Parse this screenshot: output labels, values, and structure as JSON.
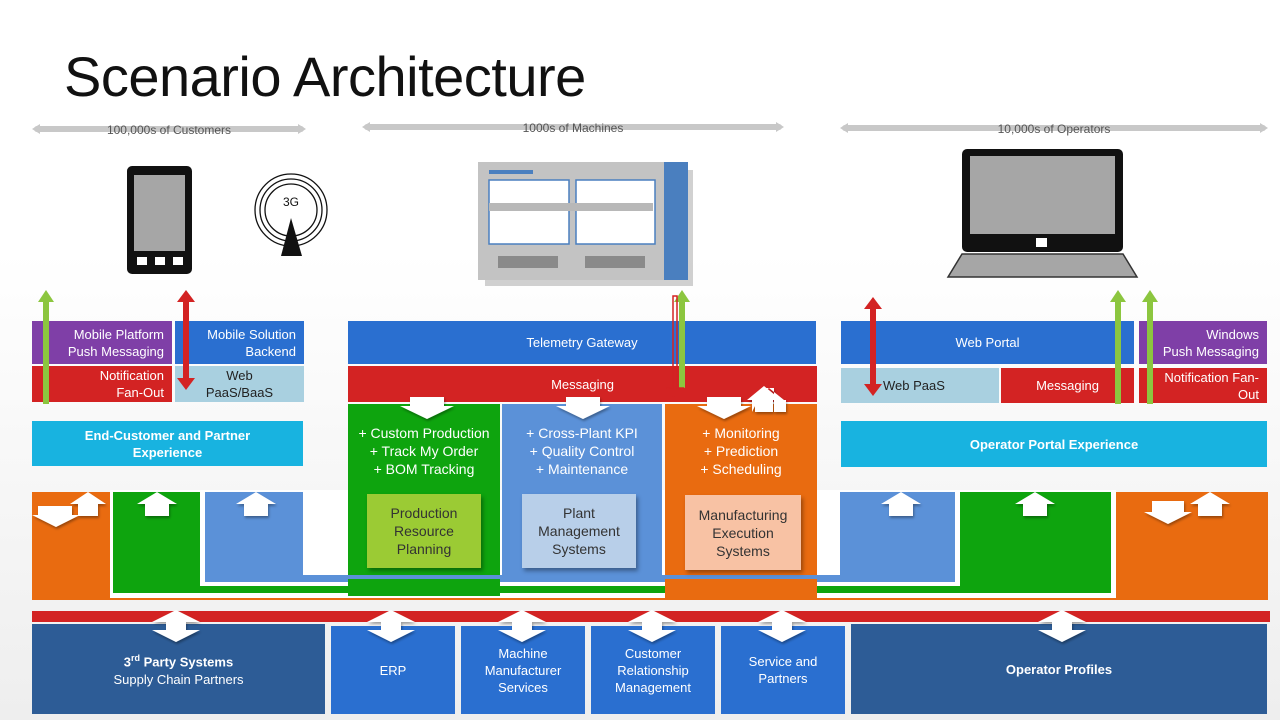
{
  "title": "Scenario Architecture",
  "ranges": {
    "customers": "100,000s of Customers",
    "machines": "1000s of Machines",
    "operators": "10,000s of Operators"
  },
  "icons": {
    "phone": "mobile-phone-icon",
    "cell": "3g-tower-icon",
    "cell_label": "3G",
    "machine": "machine-panel-icon",
    "laptop": "laptop-icon"
  },
  "customer": {
    "push": [
      "Mobile Platform",
      "Push Messaging"
    ],
    "backend": [
      "Mobile Solution",
      "Backend"
    ],
    "fanout": [
      "Notification",
      "Fan-Out"
    ],
    "paas": [
      "Web",
      "PaaS/BaaS"
    ],
    "experience": [
      "End-Customer and Partner",
      "Experience"
    ]
  },
  "machines": {
    "gateway": "Telemetry Gateway",
    "messaging": "Messaging",
    "columns": [
      {
        "features": [
          "+ Custom Production",
          "+ Track My Order",
          "+ BOM Tracking"
        ],
        "system": [
          "Production",
          "Resource",
          "Planning"
        ]
      },
      {
        "features": [
          "+ Cross-Plant KPI",
          "+ Quality Control",
          "+ Maintenance"
        ],
        "system": [
          "Plant",
          "Management",
          "Systems"
        ]
      },
      {
        "features": [
          "+ Monitoring",
          "+ Prediction",
          "+ Scheduling"
        ],
        "system": [
          "Manufacturing",
          "Execution",
          "Systems"
        ]
      }
    ]
  },
  "operator": {
    "portal": "Web Portal",
    "push": [
      "Windows",
      "Push Messaging"
    ],
    "paas": "Web PaaS",
    "messaging": "Messaging",
    "fanout": [
      "Notification Fan-",
      "Out"
    ],
    "experience": "Operator Portal Experience"
  },
  "bottom": {
    "third_party": {
      "title": "3",
      "sup": "rd",
      "title_rest": " Party Systems",
      "subtitle": "Supply Chain Partners"
    },
    "erp": "ERP",
    "mms": [
      "Machine",
      "Manufacturer",
      "Services"
    ],
    "crm": [
      "Customer",
      "Relationship",
      "Management"
    ],
    "service": [
      "Service and",
      "Partners"
    ],
    "profiles": "Operator Profiles"
  },
  "colors": {
    "purple": "#7f3fa7",
    "blue": "#2a6fd0",
    "red": "#d32323",
    "light_blue": "#a9d0e0",
    "cyan": "#18b3e0",
    "green": "#0ea40e",
    "mid_blue": "#5b91d8",
    "orange": "#e96b10",
    "navy": "#2d5c96",
    "lime_arrow": "#8cc63f",
    "red_arrow": "#d32323"
  }
}
